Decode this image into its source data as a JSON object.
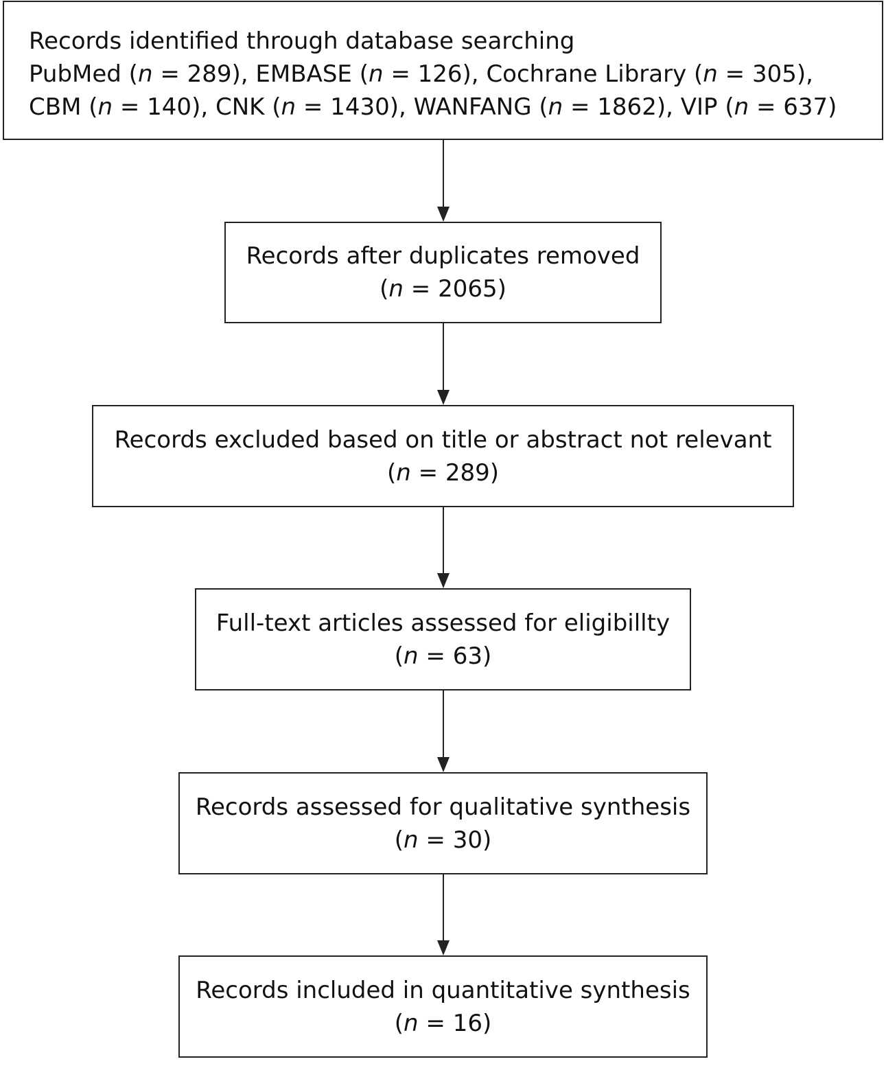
{
  "identification": {
    "title": "Records identified through database searching",
    "sources": [
      {
        "name": "PubMed",
        "n": "289"
      },
      {
        "name": "EMBASE",
        "n": "126"
      },
      {
        "name": "Cochrane Library",
        "n": "305"
      },
      {
        "name": "CBM",
        "n": "140"
      },
      {
        "name": "CNK",
        "n": "1430"
      },
      {
        "name": "WANFANG",
        "n": "1862"
      },
      {
        "name": "VIP",
        "n": "637"
      }
    ]
  },
  "steps": [
    {
      "label": "Records after duplicates removed",
      "n": "2065"
    },
    {
      "label": "Records excluded based on title or abstract not relevant",
      "n": "289"
    },
    {
      "label": "Full-text articles assessed for eligibillty",
      "n": "63"
    },
    {
      "label": "Records assessed for qualitative synthesis",
      "n": "30"
    },
    {
      "label": "Records included in quantitative synthesis",
      "n": "16"
    }
  ]
}
